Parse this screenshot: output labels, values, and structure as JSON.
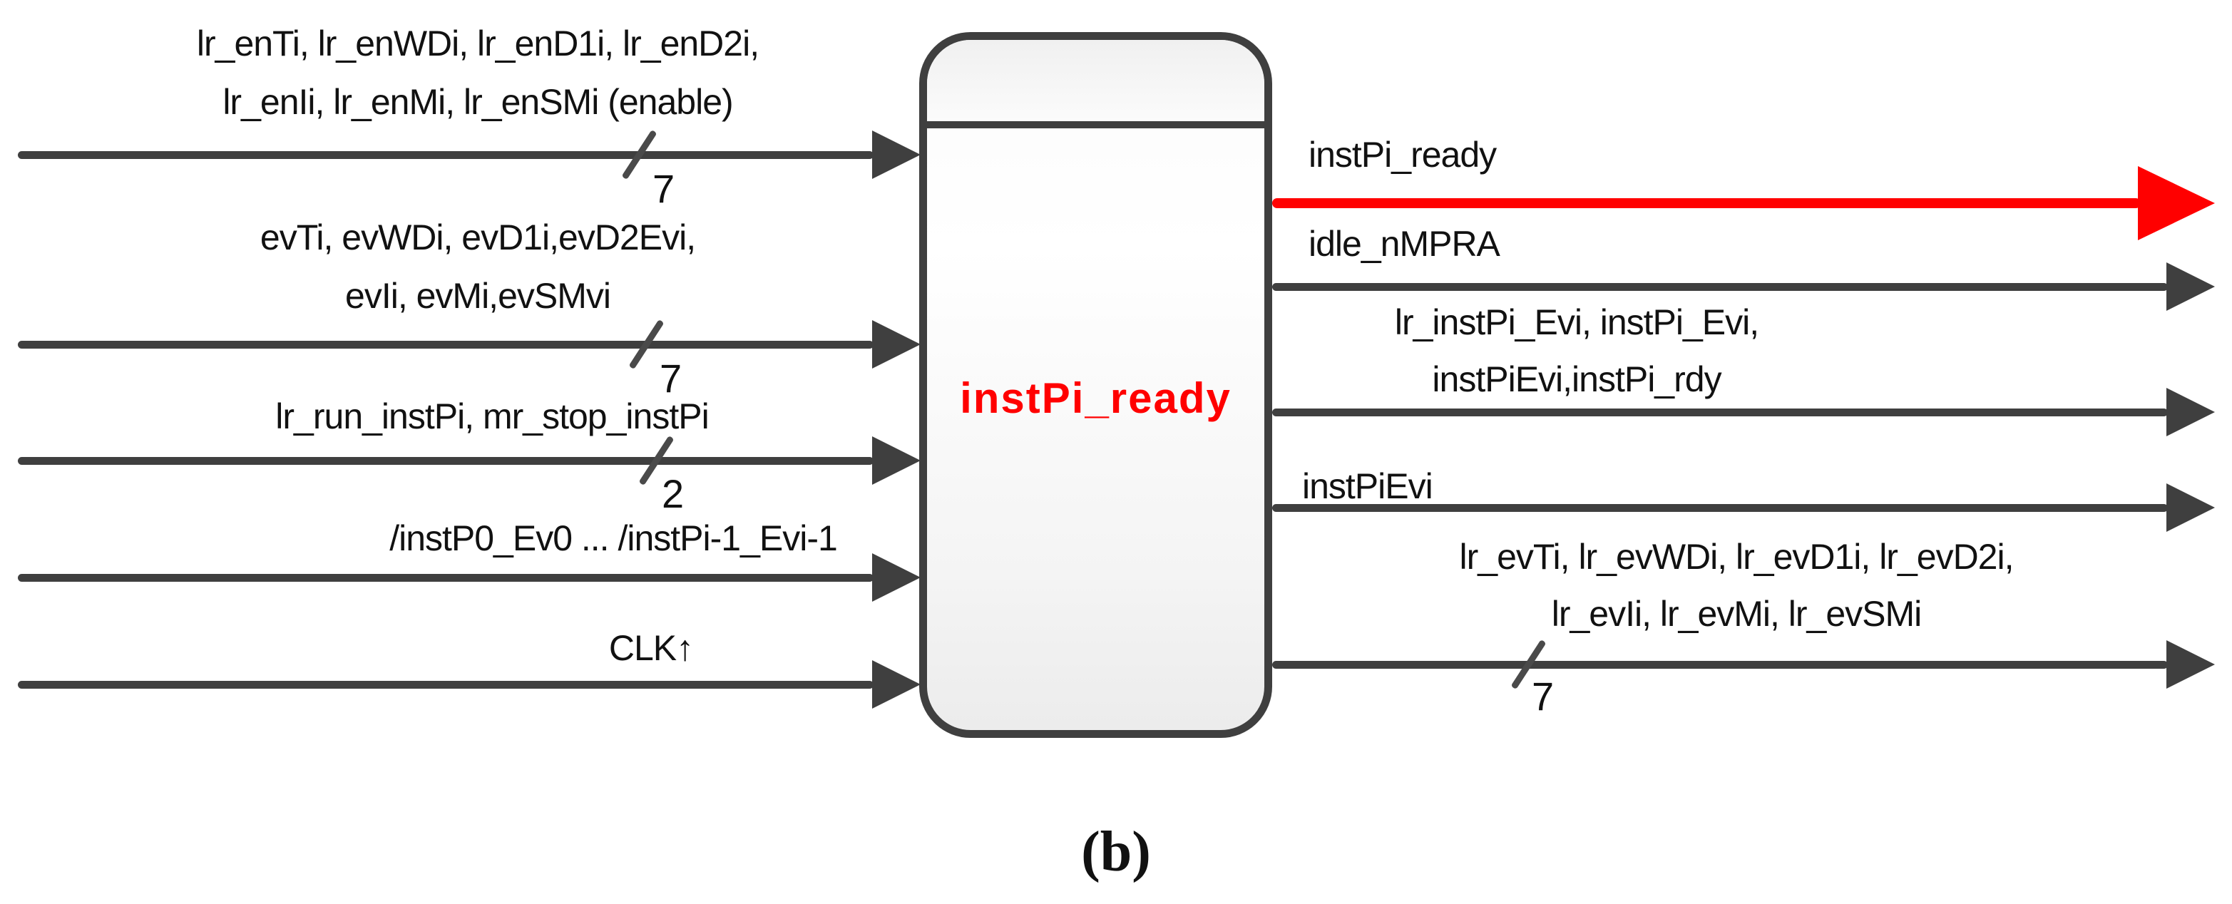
{
  "figure": {
    "caption": "(b)"
  },
  "block": {
    "title": "instPi_ready",
    "title_color": "#ff0000"
  },
  "inputs": [
    {
      "line1": "lr_enTi, lr_enWDi, lr_enD1i, lr_enD2i,",
      "line2": "lr_enIi, lr_enMi, lr_enSMi (enable)",
      "bus": "7"
    },
    {
      "line1": "evTi, evWDi, evD1i,evD2Evi,",
      "line2": "evIi, evMi,evSMvi",
      "bus": "7"
    },
    {
      "line1": "lr_run_instPi, mr_stop_instPi",
      "bus": "2"
    },
    {
      "line1": "/instP0_Ev0 ... /instPi-1_Evi-1"
    },
    {
      "line1": "CLK↑"
    }
  ],
  "outputs": [
    {
      "line1": "instPi_ready",
      "highlight": "red"
    },
    {
      "line1": "idle_nMPRA"
    },
    {
      "line1": "lr_instPi_Evi, instPi_Evi,",
      "line2": "instPiEvi,instPi_rdy"
    },
    {
      "line1": "instPiEvi"
    },
    {
      "line1": "lr_evTi, lr_evWDi, lr_evD1i, lr_evD2i,",
      "line2": "lr_evIi, lr_evMi, lr_evSMi",
      "bus": "7"
    }
  ],
  "colors": {
    "wire": "#3f3f3f",
    "highlight": "#ff0000",
    "text": "#111111"
  }
}
